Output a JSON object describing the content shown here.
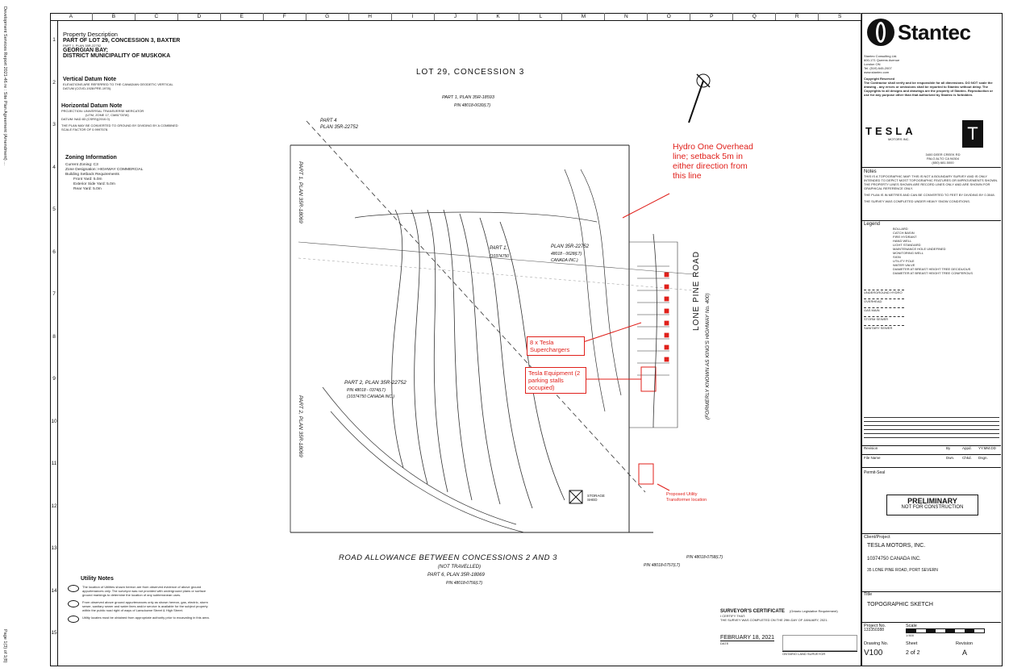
{
  "page": {
    "side_header": "Development Services Report 2021-46 re : Site Plan Agreement (Amendment) ...",
    "side_footer": "Page 1(3) of 1(8)"
  },
  "grid": {
    "columns": [
      "A",
      "B",
      "C",
      "D",
      "E",
      "F",
      "G",
      "H",
      "I",
      "J",
      "K",
      "L",
      "M",
      "N",
      "O",
      "P",
      "Q",
      "R",
      "S"
    ],
    "rows": [
      "1",
      "2",
      "3",
      "4",
      "5",
      "6",
      "7",
      "8",
      "9",
      "10",
      "11",
      "12",
      "13",
      "14",
      "15"
    ]
  },
  "property": {
    "heading": "Property Description",
    "line1": "PART OF LOT 29, CONCESSION 3, BAXTER",
    "line2": "PART 1, PLAN 35R-22752",
    "line3": "GEORGIAN BAY;",
    "line4": "DISTRICT MUNICIPALITY OF MUSKOKA"
  },
  "vertical_datum": {
    "heading": "Vertical Datum Note",
    "text": "ELEVATIONS ARE REFERRED TO THE CANADIAN GEODETIC VERTICAL DATUM (CGVD-1928:PRE-1978)."
  },
  "horizontal_datum": {
    "heading": "Horizontal Datum Note",
    "line1": "PROJECTION: UNIVERSAL TRANSVERSE MERCATOR",
    "line2": "(UTM, ZONE 17, CM81°00'W)",
    "line3": "DATUM: NAD 83 (CSRS)(2010.0)",
    "line4": "THE PLAN MAY BE CONVERTED TO GROUND BY DIVIDING BY A COMBINED SCALE FACTOR OF 0.9997578."
  },
  "zoning": {
    "heading": "Zoning Information",
    "current": "Current Zoning: C3",
    "designation": "Zone Designation: HIGHWAY COMMERCIAL",
    "setback_heading": "Building Setback Requirements",
    "front": "Front Yard: 5.0m",
    "exterior": "Exterior Side Yard: 5.0m",
    "rear": "Rear Yard: 5.0m"
  },
  "map_labels": {
    "lot": "LOT   29,   CONCESSION   3",
    "part1_plan": "PART 1, PLAN 35R-18593",
    "part1_pin": "PIN 48018-0630(LT)",
    "part4": "PART 4",
    "part4_plan": "PLAN 35R-22752",
    "part1_center": "PART 1,",
    "part1_center_pin": "(10374750",
    "plan_center": "PLAN        35R-22752",
    "plan_center_pin": "48018 - 0628(LT)",
    "plan_center_owner": "CANADA INC.)",
    "part1_vertical": "PART 1,   PLAN    35R-18069",
    "part2_plan": "PART 2, PLAN 35R-22752",
    "part2_pin": "PIN   48018  -  0374(LT)",
    "part2_owner": "(10374750 CANADA INC.)",
    "part2_vertical": "PART 2,   PLAN    35R-18069",
    "road_allowance": "ROAD  ALLOWANCE  BETWEEN  CONCESSIONS  2  AND  3",
    "not_travelled": "(NOT TRAVELLED)",
    "part6": "PART 6,  PLAN  35R-18069",
    "part6_pin": "PIN  48018-0756(LT)",
    "pin_right": "PIN 48018-0758(LT)",
    "pin_right2": "PIN 48018-0757(LT)",
    "lone_pine": "LONE PINE ROAD",
    "lone_pine_sub": "(FORMERLY KNOWN AS KING'S HIGHWAY No. 400)",
    "storage": "STORAGE SHED"
  },
  "annotations": {
    "hydro": "Hydro One Overhead line; setback 5m in either direction from this line",
    "superchargers": "8 x Tesla Superchargers",
    "equipment": "Tesla Equipment (2 parking stalls occupied)",
    "transformer": "Proposed Utility Transformer location"
  },
  "utility_notes": {
    "heading": "Utility Notes",
    "note1": "The location of Utilities shown hereon are from observed evidence of above ground appurtenances only. The surveyor was not provided with underground plans or surface ground markings to determine the location of any subterranean uses.",
    "note2": "From observed above ground appurtenances only as shown hereon, gas, electric, storm sewer, sanitary sewer and water lines and/or service is available for the subject property within the public road right of ways of Lansdowne Street & High Street.",
    "note3": "Utility locates must be obtained from appropriate authority prior to excavating in this area."
  },
  "surveyor": {
    "heading": "SURVEYOR'S CERTIFICATE",
    "note": "(Ontario Legislative Requirement)",
    "line1": "I CERTIFY THAT:",
    "line2": "THE SURVEY WAS COMPLETED ON THE 29th DAY OF JANUARY, 2021.",
    "date": "FEBRUARY 18, 2021",
    "date_label": "DATE",
    "signature_label": "ONTARIO LAND SURVEYOR"
  },
  "title_block": {
    "company": "Stantec",
    "company_detail1": "Stantec Consulting Ltd.",
    "company_detail2": "600-171 Queens Avenue",
    "company_detail3": "London ON",
    "company_detail4": "Tel.   (519) 645-2007",
    "company_detail5": "www.stantec.com",
    "copyright_heading": "Copyright Reserved",
    "copyright_text": "The Contractor shall verify and be responsible for all dimensions. DO NOT scale the drawing - any errors or omissions shall be reported to Stantec without delay. The Copyrights to all designs and drawings are the property of Stantec. Reproduction or use for any purpose other than that authorized by Stantec is forbidden.",
    "client_logo": "TESLA",
    "client_name": "MOTORS INC.",
    "client_addr1": "3400 DEER CREEK RD",
    "client_addr2": "PALO ALTO CA 94304",
    "client_addr3": "(650) 681.5000",
    "notes_heading": "Notes",
    "notes_text1": "THIS IS A TOPOGRAPHIC MAP. THIS IS NOT A BOUNDARY SURVEY AND IS ONLY INTENDED TO DEPICT MOST TOPOGRAPHIC FEATURES OR IMPROVEMENTS SHOWN. THE PROPERTY LINES SHOWN ARE RECORD LINES ONLY AND ARE SHOWN FOR GRAPHICAL REFERENCE ONLY.",
    "notes_text2": "THE PLAN IS IN METRES AND CAN BE CONVERTED TO FEET BY DIVIDING BY 0.3048.",
    "notes_text3": "THE SURVEY WAS COMPLETED UNDER HEAVY SNOW CONDITIONS.",
    "legend_heading": "Legend",
    "legend_items": [
      "BOLLARD",
      "CATCH BASIN",
      "FIRE HYDRANT",
      "HAND WELL",
      "LIGHT STANDARD",
      "MAINTENANCE HOLE UNDEFINED",
      "MONITORING WELL",
      "SIGN",
      "UTILITY POLE",
      "WATER VALVE",
      "DIAMETER AT BREAST HEIGHT TREE DECIDUOUS",
      "DIAMETER AT BREAST HEIGHT TREE CONIFEROUS"
    ],
    "line_legend": [
      "UNDERGROUND HYDRO",
      "OVERHEAD",
      "GAS MAIN",
      "STORM SEWER",
      "SANITARY SEWER"
    ],
    "revision_label": "Revision",
    "by_label": "By",
    "appd_label": "Appd.",
    "date_col": "YY.MM.DD",
    "file_name_label": "File Name",
    "dwn_label": "Dwn.",
    "chkd_label": "Chkd.",
    "dsgn_label": "Dsgn.",
    "permit_label": "Permit-Seal",
    "preliminary": "PRELIMINARY",
    "not_for_construction": "NOT FOR CONSTRUCTION",
    "client_project_label": "Client/Project",
    "client1": "TESLA MOTORS, INC.",
    "client2": "10374750 CANADA INC.",
    "client3": "35 LONE PINE ROAD, PORT SEVERN",
    "title_label": "Title",
    "title": "TOPOGRAPHIC SKETCH",
    "project_no_label": "Project No.",
    "project_no": "133350388",
    "scale_label": "Scale",
    "scale_value": "1:500",
    "drawing_no_label": "Drawing No.",
    "drawing_no": "V100",
    "sheet_label": "Sheet",
    "sheet": "2 of 2",
    "revision_col_label": "Revision",
    "revision": "A"
  },
  "colors": {
    "annotation": "#e0201b",
    "ink": "#111111"
  }
}
